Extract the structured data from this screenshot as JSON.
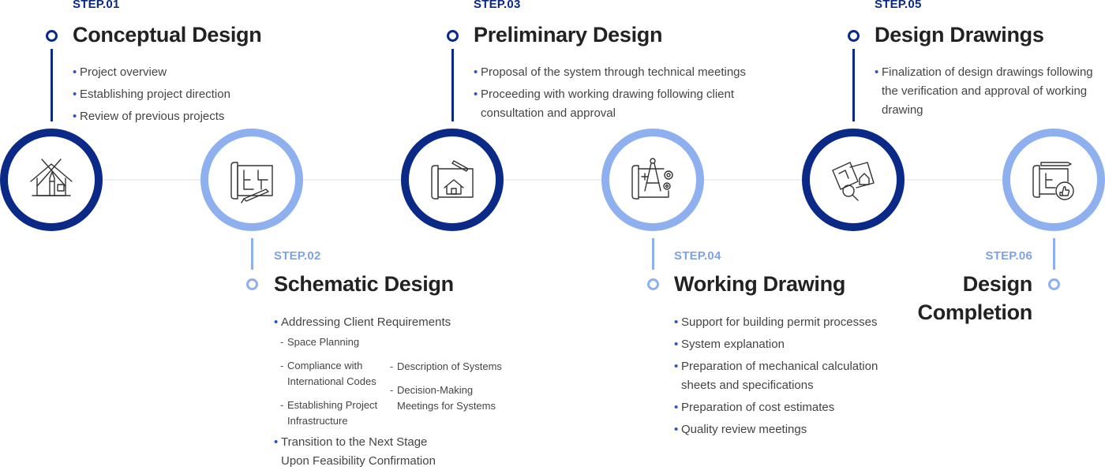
{
  "steps": [
    {
      "step": "STEP.01",
      "title": "Conceptual Design",
      "items": [
        "Project overview",
        "Establishing project direction",
        "Review of previous projects"
      ],
      "icon": "house-pencil-icon"
    },
    {
      "step": "STEP.02",
      "title": "Schematic Design",
      "items": [
        "Addressing Client Requirements",
        "Transition to the Next Stage\nUpon Feasibility Confirmation"
      ],
      "subitems": [
        "Space Planning",
        "Compliance with\nInternational Codes",
        "Establishing Project\nInfrastructure",
        "Description of Systems",
        "Decision-Making\nMeetings for Systems"
      ],
      "icon": "blueprint-pencil-icon"
    },
    {
      "step": "STEP.03",
      "title": "Preliminary Design",
      "items": [
        "Proposal of the system through technical meetings",
        "Proceeding with working drawing following client\nconsultation and approval"
      ],
      "icon": "blueprint-house-icon"
    },
    {
      "step": "STEP.04",
      "title": "Working Drawing",
      "items": [
        "Support for building permit processes",
        "System explanation",
        "Preparation of mechanical calculation\nsheets and specifications",
        "Preparation of cost estimates",
        "Quality review meetings"
      ],
      "icon": "blueprint-compass-gear-icon"
    },
    {
      "step": "STEP.05",
      "title": "Design Drawings",
      "items": [
        "Finalization of design drawings following\nthe verification and approval of working\ndrawing"
      ],
      "icon": "drawings-magnifier-icon"
    },
    {
      "step": "STEP.06",
      "title": "Design\nCompletion",
      "items": [],
      "icon": "blueprint-thumbs-up-icon"
    }
  ],
  "colors": {
    "dark": "#0b2a87",
    "light": "#8fb0ee",
    "light_text": "#7fa2e6",
    "connector": "#eceff4"
  }
}
